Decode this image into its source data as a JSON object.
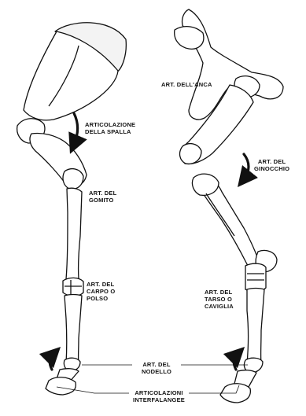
{
  "labels": {
    "shoulder": [
      "ARTICOLAZIONE",
      "DELLA SPALLA"
    ],
    "elbow": [
      "ART. DEL",
      "GOMITO"
    ],
    "carpus": [
      "ART. DEL",
      "CARPO O",
      "POLSO"
    ],
    "hip": [
      "ART. DELL'ANCA"
    ],
    "stifle": [
      "ART. DEL",
      "GINOCCHIO"
    ],
    "tarsus": [
      "ART. DEL",
      "TARSO O",
      "CAVIGLIA"
    ],
    "fetlock": [
      "ART. DEL",
      "NODELLO"
    ],
    "interphalangeal": [
      "ARTICOLAZIONI",
      "INTERFALANGEE"
    ]
  },
  "colors": {
    "ink": "#111111",
    "bone_fill": "#ffffff",
    "scapula_cartilage": "#f3f3f3"
  }
}
